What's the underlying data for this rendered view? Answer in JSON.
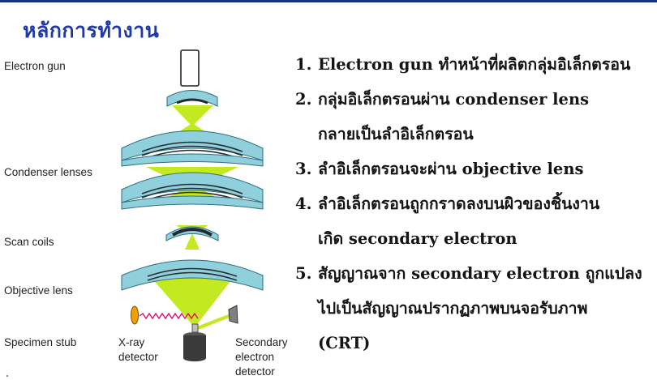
{
  "title": "หลักการทำงาน",
  "diagram": {
    "labels": {
      "electron_gun": "Electron gun",
      "condenser_lenses": "Condenser lenses",
      "scan_coils": "Scan coils",
      "objective_lens": "Objective lens",
      "specimen_stub": "Specimen stub",
      "xray_detector_1": "X-ray",
      "xray_detector_2": "detector",
      "secondary_detector_1": "Secondary",
      "secondary_detector_2": "electron",
      "secondary_detector_3": "detector"
    },
    "colors": {
      "lens_fill": "#8fd0dc",
      "lens_stroke": "#2c6f7e",
      "beam": "#c3ea20",
      "coil": "#262a2e",
      "stub": "#3a3a3a",
      "xray_detector": "#f0a000",
      "xray_wave": "#e0006a",
      "secondary_detector": "#808080"
    }
  },
  "steps": [
    {
      "num": "1.",
      "text": "Electron gun ทำหน้าที่ผลิตกลุ่มอิเล็กตรอน"
    },
    {
      "num": "2.",
      "text": "กลุ่มอิเล็กตรอนผ่าน condenser lens\nกลายเป็นลำอิเล็กตรอน"
    },
    {
      "num": "3.",
      "text": "ลำอิเล็กตรอนจะผ่าน objective lens"
    },
    {
      "num": "4.",
      "text": "ลำอิเล็กตรอนถูกกราดลงบนผิวของชิ้นงาน\nเกิด secondary electron"
    },
    {
      "num": "5.",
      "text": "สัญญาณจาก secondary electron ถูกแปลง\nไปเป็นสัญญาณปรากฏภาพบนจอรับภาพ\n(CRT)"
    }
  ]
}
